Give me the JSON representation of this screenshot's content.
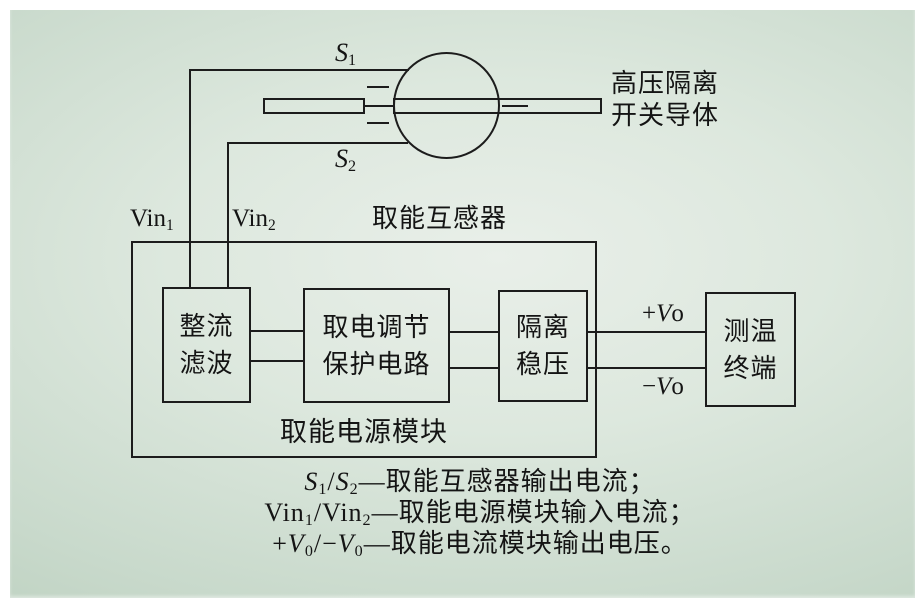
{
  "colors": {
    "frame_bg": "#ffffff",
    "panel_edge": "#abc4ae",
    "panel_center": "#e9efe9",
    "line": "#1c1c1c",
    "text": "#141414"
  },
  "ct": {
    "s1": [
      {
        "t": "S",
        "it": true
      },
      {
        "t": "1",
        "sub": true
      }
    ],
    "s2": [
      {
        "t": "S",
        "it": true
      },
      {
        "t": "2",
        "sub": true
      }
    ],
    "hv_conductor_label": "高压隔离\n开关导体",
    "name": "取能互感器"
  },
  "module": {
    "name": "取能电源模块",
    "vin1": [
      {
        "t": "Vin"
      },
      {
        "t": "1",
        "sub": true
      }
    ],
    "vin2": [
      {
        "t": "Vin"
      },
      {
        "t": "2",
        "sub": true
      }
    ],
    "boxes": {
      "rectifier": "整流\n滤波",
      "regulator": "取电调节\n保护电路",
      "isolator": "隔离\n稳压"
    }
  },
  "terminal": {
    "name": "测温\n终端"
  },
  "outputs": {
    "plus": [
      {
        "t": "+"
      },
      {
        "t": "V",
        "it": true
      },
      {
        "t": "o"
      }
    ],
    "minus": [
      {
        "t": "−"
      },
      {
        "t": "V",
        "it": true
      },
      {
        "t": "o"
      }
    ]
  },
  "legend": [
    [
      {
        "t": "S",
        "it": true
      },
      {
        "t": "1",
        "sub": true
      },
      {
        "t": "/"
      },
      {
        "t": "S",
        "it": true
      },
      {
        "t": "2",
        "sub": true
      },
      {
        "t": "—取能互感器输出电流；"
      }
    ],
    [
      {
        "t": "Vin"
      },
      {
        "t": "1",
        "sub": true
      },
      {
        "t": "/Vin"
      },
      {
        "t": "2",
        "sub": true
      },
      {
        "t": "—取能电源模块输入电流；"
      }
    ],
    [
      {
        "t": "+"
      },
      {
        "t": "V",
        "it": true
      },
      {
        "t": "0",
        "sub": true
      },
      {
        "t": "/−"
      },
      {
        "t": "V",
        "it": true
      },
      {
        "t": "0",
        "sub": true
      },
      {
        "t": "—取能电流模块输出电压。"
      }
    ]
  ]
}
